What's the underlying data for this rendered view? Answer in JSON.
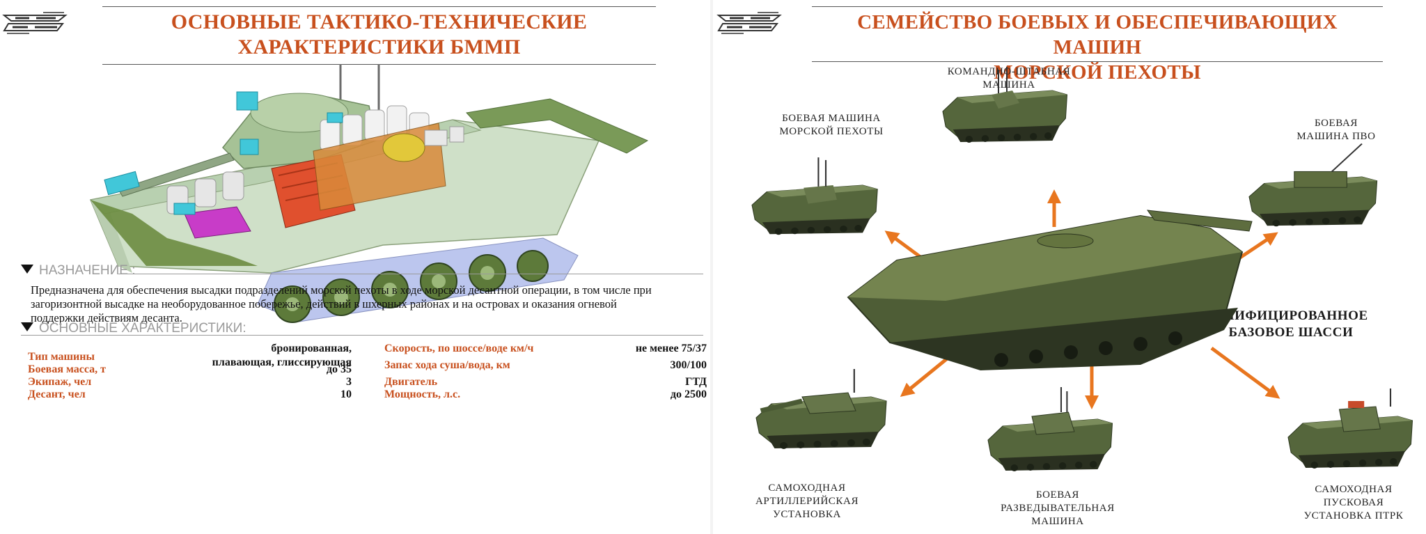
{
  "left": {
    "title_lines": [
      "ОСНОВНЫЕ ТАКТИКО-ТЕХНИЧЕСКИЕ",
      "ХАРАКТЕРИСТИКИ БММП"
    ],
    "purpose_heading": "НАЗНАЧЕНИЕ :",
    "purpose_lines": [
      "Предназначена для обеспечения высадки подразделений морской пехоты в ходе морской   десантной операции, в том числе при",
      "загоризонтной высадке на необорудованное побережье, действий в шхерных районах и на островах и оказания огневой",
      "поддержки действиям десанта."
    ],
    "specs_heading": "ОСНОВНЫЕ ХАРАКТЕРИСТИКИ:",
    "specs_left": [
      {
        "label": "Тип машины",
        "value_lines": [
          "бронированная,",
          "плавающая, глиссирующая"
        ]
      },
      {
        "label": "Боевая масса, т",
        "value_lines": [
          "до 35"
        ]
      },
      {
        "label": "Экипаж, чел",
        "value_lines": [
          "3"
        ]
      },
      {
        "label": "Десант, чел",
        "value_lines": [
          "10"
        ]
      }
    ],
    "specs_right": [
      {
        "label": "Скорость,  по шоссе/воде км/ч",
        "value": "не менее 75/37"
      },
      {
        "label": "Запас хода суша/вода, км",
        "value": "300/100"
      },
      {
        "label": "Двигатель",
        "value": "ГТД"
      },
      {
        "label": "Мощность, л.с.",
        "value": "до 2500"
      }
    ]
  },
  "right": {
    "title_lines": [
      "СЕМЕЙСТВО БОЕВЫХ И ОБЕСПЕЧИВАЮЩИХ МАШИН",
      "МОРСКОЙ ПЕХОТЫ"
    ],
    "center_caption_lines": [
      "УНИФИЦИРОВАННОЕ",
      "БАЗОВОЕ ШАССИ"
    ],
    "vehicles": {
      "command": [
        "КОМАНДНО-ШТАБНАЯ",
        "МАШИНА"
      ],
      "ifv": [
        "БОЕВАЯ МАШИНА",
        "МОРСКОЙ ПЕХОТЫ"
      ],
      "air_defense": [
        "БОЕВАЯ",
        "МАШИНА ПВО"
      ],
      "artillery": [
        "САМОХОДНАЯ",
        "АРТИЛЛЕРИЙСКАЯ",
        "УСТАНОВКА"
      ],
      "recon": [
        "БОЕВАЯ",
        "РАЗВЕДЫВАТЕЛЬНАЯ",
        "МАШИНА"
      ],
      "atgm": [
        "САМОХОДНАЯ",
        "ПУСКОВАЯ",
        "УСТАНОВКА ПТРК"
      ]
    }
  },
  "colors": {
    "accent": "#c8501e",
    "arrow": "#e8761f",
    "hull": "#4a5a34",
    "hull_light": "#6f7f52",
    "hull_dark": "#2f3a22"
  }
}
